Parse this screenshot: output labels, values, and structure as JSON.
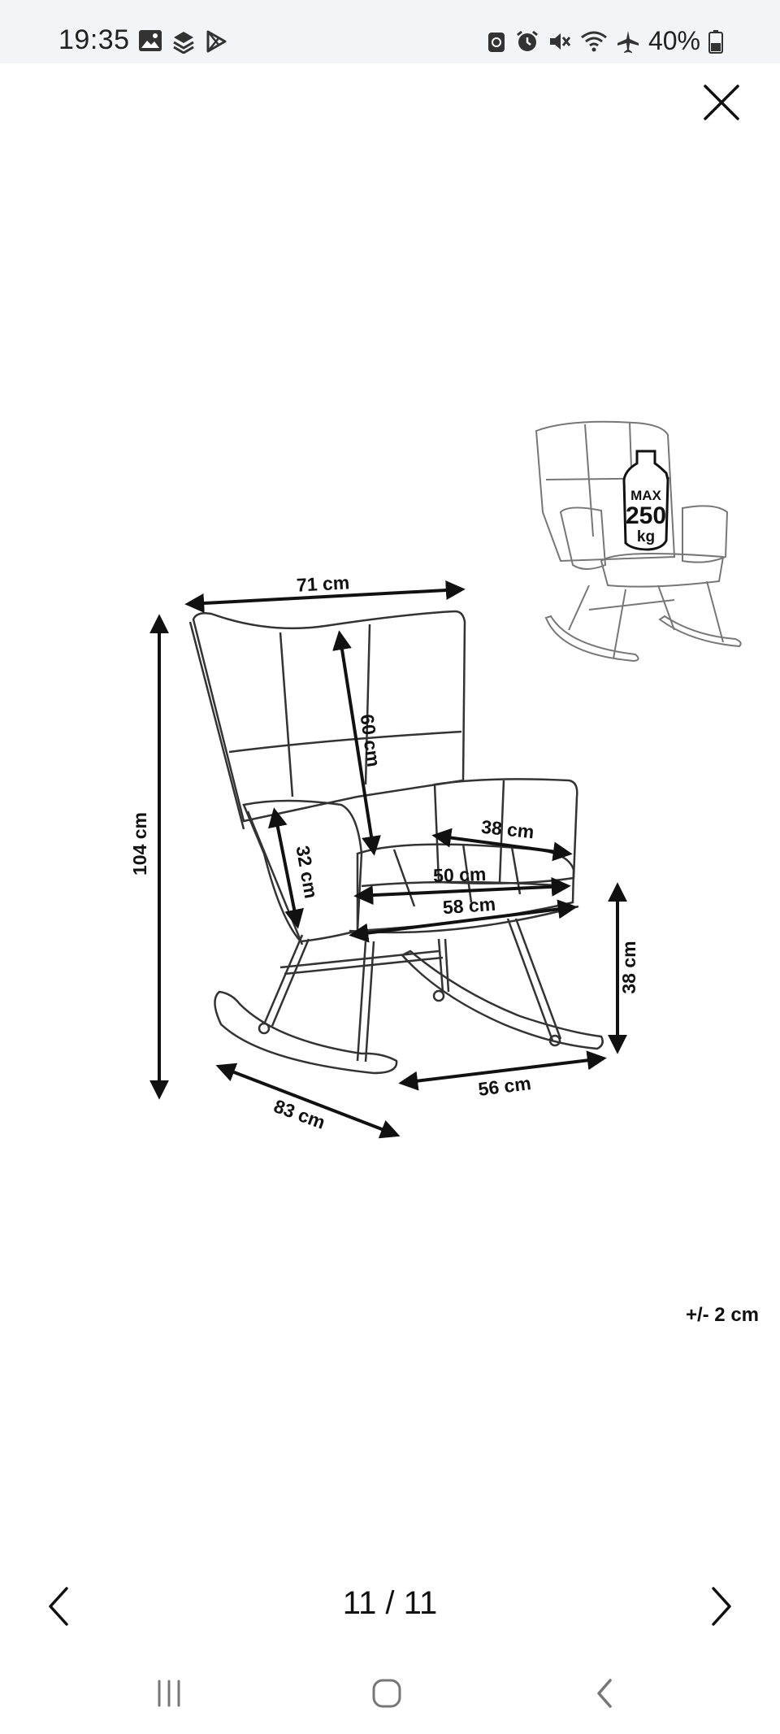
{
  "status_bar": {
    "time": "19:35",
    "battery": "40%",
    "left_icons": [
      "gallery-icon",
      "layers-icon",
      "play-store-icon"
    ],
    "right_icons": [
      "recycle-icon",
      "alarm-icon",
      "mute-icon",
      "wifi-icon",
      "airplane-icon",
      "battery-icon"
    ]
  },
  "viewer": {
    "close_icon": "close-icon",
    "tolerance_note": "+/- 2 cm",
    "pager": {
      "prev_icon": "chevron-left-icon",
      "next_icon": "chevron-right-icon",
      "count": "11 / 11"
    }
  },
  "diagram": {
    "max_load": {
      "label": "MAX",
      "value": "250",
      "unit": "kg"
    },
    "dimensions": {
      "width_top": "71 cm",
      "total_height": "104 cm",
      "back_height": "60 cm",
      "armrest_height": "32 cm",
      "armrest_width": "38 cm",
      "seat_width_inner": "50 cm",
      "seat_width_outer": "58 cm",
      "seat_height": "38 cm",
      "depth_side": "83 cm",
      "rocker_length": "56 cm"
    }
  },
  "nav_bar": {
    "recents_icon": "recents-icon",
    "home_icon": "home-icon",
    "back_icon": "back-icon"
  }
}
